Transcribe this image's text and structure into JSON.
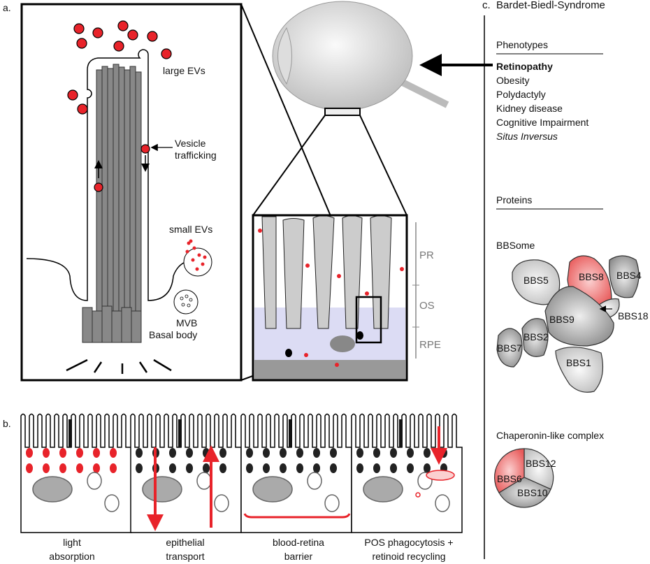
{
  "panel_a": {
    "label": "a.",
    "large_evs": "large EVs",
    "vesicle_trafficking_1": "Vesicle",
    "vesicle_trafficking_2": "trafficking",
    "small_evs": "small EVs",
    "mvb": "MVB",
    "basal_body": "Basal body",
    "layers": {
      "pr": "PR",
      "os": "OS",
      "rpe": "RPE"
    }
  },
  "panel_b": {
    "label": "b.",
    "functions": [
      {
        "line1": "light",
        "line2": "absorption"
      },
      {
        "line1": "epithelial",
        "line2": "transport"
      },
      {
        "line1": "blood-retina",
        "line2": "barrier"
      },
      {
        "line1": "POS phagocytosis +",
        "line2": "retinoid recycling"
      }
    ]
  },
  "panel_c": {
    "label": "c.",
    "title": "Bardet-Biedl-Syndrome",
    "phenotypes_heading": "Phenotypes",
    "phenotypes": [
      "Retinopathy",
      "Obesity",
      "Polydactyly",
      "Kidney disease",
      "Cognitive Impairment",
      "Situs Inversus"
    ],
    "proteins_heading": "Proteins",
    "bbsome_heading": "BBSome",
    "bbsome": [
      "BBS5",
      "BBS8",
      "BBS4",
      "BBS18",
      "BBS9",
      "BBS2",
      "BBS7",
      "BBS1"
    ],
    "chaperonin_heading": "Chaperonin-like complex",
    "chaperonin": [
      "BBS12",
      "BBS6",
      "BBS10"
    ]
  },
  "colors": {
    "red": "#e8232a",
    "pink": "#f08a8a",
    "gray": "#9a9a9a",
    "rpe": "#dcdcf4"
  }
}
